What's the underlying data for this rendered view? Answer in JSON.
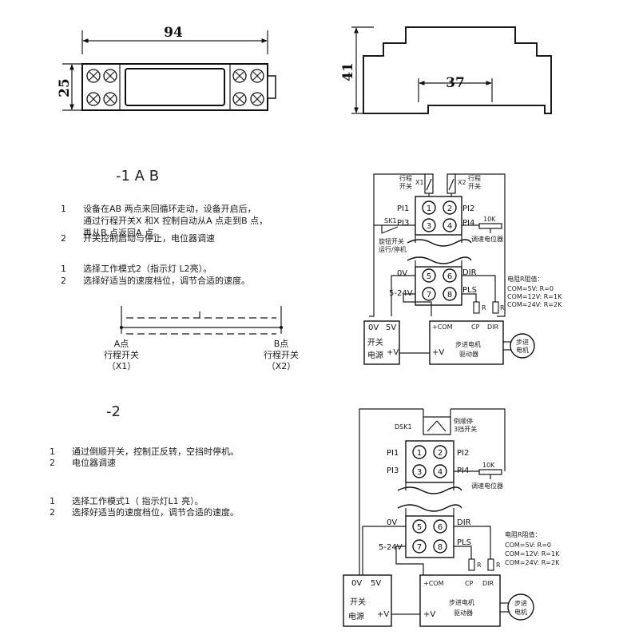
{
  "dimensions": {
    "width_label": "94",
    "height_label": "25",
    "depth_label": "41",
    "rail_label": "37"
  },
  "section1": {
    "heading": "-1 A B",
    "items": [
      {
        "num": "1",
        "lines": [
          "设备在AB    两点来回循环走动，设备开启后，",
          "通过行程开关X 和X 控制自动从A 点走到B 点，",
          "再从B 点返回A 点。"
        ]
      },
      {
        "num": "2",
        "lines": [
          "开关控制启动与停止，电位器调速"
        ]
      }
    ],
    "steps": [
      {
        "num": "1",
        "text": "选择工作模式2（指示灯 L2亮）。"
      },
      {
        "num": "2",
        "text": "选择好适当的速度档位，调节合适的速度。"
      }
    ],
    "point_a": {
      "name": "A点",
      "switch": "行程开关",
      "id": "（X1）"
    },
    "point_b": {
      "name": "B点",
      "switch": "行程开关",
      "id": "（X2）"
    }
  },
  "section2": {
    "heading": "-2",
    "items": [
      {
        "num": "1",
        "lines": [
          "通过倒顺开关，控制正反转，空挡时停机。"
        ]
      },
      {
        "num": "2",
        "lines": [
          "电位器调速"
        ]
      }
    ],
    "steps": [
      {
        "num": "1",
        "text": "选择工作模式1（  指示灯L1   亮）。"
      },
      {
        "num": "2",
        "text": "选择好适当的速度档位，调节合适的速度。"
      }
    ]
  },
  "wiring1": {
    "limit_switch_label": [
      "行程",
      "开关"
    ],
    "x1": "X1",
    "x2": "X2",
    "sk1": "SK1",
    "sk1_desc": [
      "旋钮开关",
      "运行/停机"
    ],
    "pots_value": "10K",
    "pots_label": "调速电位器"
  },
  "wiring2": {
    "dsk1": "DSK1",
    "dsk1_desc": [
      "倒顺停",
      "3挡开关"
    ],
    "pots_value": "10K",
    "pots_label": "调速电位器"
  },
  "common": {
    "pins": [
      "PI1",
      "PI2",
      "PI3",
      "PI4"
    ],
    "terminals_top": [
      "1",
      "2",
      "3",
      "4"
    ],
    "terminals_bottom": [
      "5",
      "6",
      "7",
      "8"
    ],
    "ov": "0V",
    "dir": "DIR",
    "pls": "PLS",
    "supply": "5-24V",
    "psu_top": [
      "0V",
      "5V"
    ],
    "psu_name": [
      "开关",
      "电源"
    ],
    "psu_plus": "+V",
    "drv_com": "+COM",
    "drv_cp": "CP",
    "drv_dir": "DIR",
    "drv_plus": "+V",
    "drv_name": [
      "步进电机",
      "驱动器"
    ],
    "motor": [
      "步进",
      "电机"
    ],
    "r": "R",
    "res_title": "电阻R阻值：",
    "res_rows": [
      "COM=5V:  R=0",
      "COM=12V: R=1K",
      "COM=24V: R=2K"
    ]
  }
}
